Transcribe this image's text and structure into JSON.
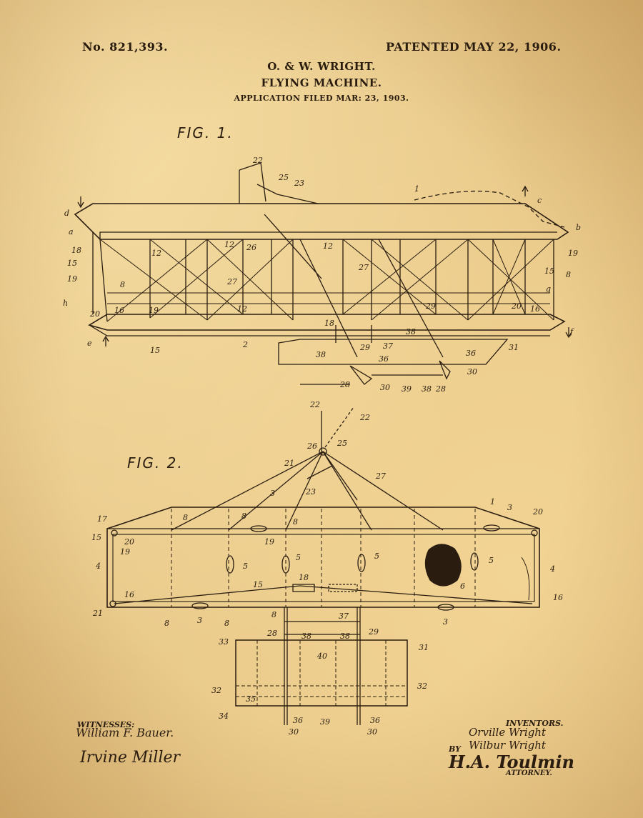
{
  "header": {
    "patent_number": "No. 821,393.",
    "patent_date": "PATENTED MAY 22, 1906.",
    "inventors_title": "O. & W. WRIGHT.",
    "invention_title": "FLYING MACHINE.",
    "application_filed": "APPLICATION FILED MAR: 23, 1903."
  },
  "figures": {
    "fig1_label": "FIG. 1.",
    "fig2_label": "FIG. 2."
  },
  "fig1_labels": {
    "n22": "22",
    "n25": "25",
    "n23": "23",
    "n1": "1",
    "c": "c",
    "d": "d",
    "a": "a",
    "b": "b",
    "n18a": "18",
    "n15a": "15",
    "n19a": "19",
    "n8a": "8",
    "n12a": "12",
    "n26": "26",
    "n27a": "27",
    "n27b": "27",
    "n12b": "12",
    "n12c": "12",
    "n19b": "19",
    "n15b": "15",
    "n8b": "8",
    "g": "g",
    "h": "h",
    "n20a": "20",
    "n16a": "16",
    "n19c": "19",
    "n12d": "12",
    "n18b": "18",
    "n29a": "29",
    "n20b": "20",
    "n16b": "16",
    "f": "f",
    "e": "e",
    "n15c": "15",
    "n2": "2",
    "n38a": "38",
    "n37": "37",
    "n38b": "38",
    "n29b": "29",
    "n31": "31",
    "n36a": "36",
    "n36b": "36",
    "n30a": "30",
    "n28a": "28",
    "n30b": "30",
    "n39": "39",
    "n38c": "38",
    "n28b": "28"
  },
  "fig2_labels": {
    "n22a": "22",
    "n22b": "22",
    "n26": "26",
    "n25": "25",
    "n21a": "21",
    "n27": "27",
    "n23": "23",
    "n1": "1",
    "n3a": "3",
    "n20a": "20",
    "n17": "17",
    "n15a": "15",
    "n20b": "20",
    "n19": "19",
    "n8a": "8",
    "n3b": "3",
    "n8b": "8",
    "n8c": "8",
    "n4a": "4",
    "n5a": "5",
    "n5b": "5",
    "n5c": "5",
    "n6": "6",
    "n5d": "5",
    "n4b": "4",
    "n18": "18",
    "n15b": "15",
    "n16a": "16",
    "n16b": "16",
    "n21b": "21",
    "n8d": "8",
    "n3c": "3",
    "n8e": "8",
    "n8f": "8",
    "n3d": "3",
    "n37": "37",
    "n28": "28",
    "n38a": "38",
    "n38b": "38",
    "n29": "29",
    "n33": "33",
    "n31": "31",
    "n40": "40",
    "n32a": "32",
    "n35": "35",
    "n32b": "32",
    "n34": "34",
    "n36a": "36",
    "n39": "39",
    "n36b": "36",
    "n30a": "30",
    "n30b": "30"
  },
  "signatures": {
    "witnesses_label": "WITNESSES:",
    "witness_1": "William F. Bauer.",
    "witness_2": "Irvine Miller",
    "inventors_label": "INVENTORS.",
    "inventor_1": "Orville Wright",
    "inventor_2": "Wilbur Wright",
    "by_label": "BY",
    "attorney_signature": "H.A. Toulmin",
    "attorney_label": "ATTORNEY."
  },
  "colors": {
    "paper": "#e8c98a",
    "ink": "#2a1d10"
  }
}
